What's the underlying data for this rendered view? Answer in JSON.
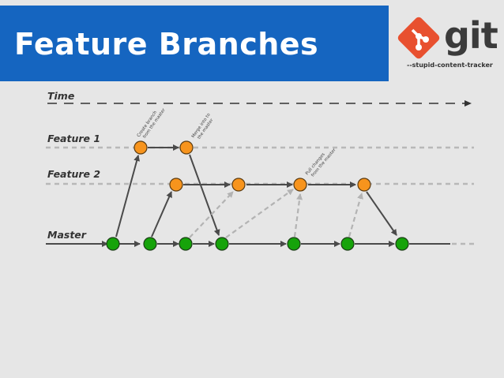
{
  "title": "Feature Branches",
  "logo": {
    "word": "git",
    "tagline": "--stupid-content-tracker",
    "icon": "git-diamond-icon"
  },
  "lanes": {
    "time": "Time",
    "feature1": "Feature 1",
    "feature2": "Feature 2",
    "master": "Master"
  },
  "annotations": {
    "create_line1": "Create branch",
    "create_line2": "from the master",
    "merge_line1": "Merge into to",
    "merge_line2": "the master",
    "pull_line1": "Pull changes",
    "pull_line2": "from the master"
  },
  "colors": {
    "header_bg": "#1565c0",
    "master_node": "#16a30a",
    "feature_node": "#f7941d",
    "arrow": "#4a4a4a",
    "dashed_arrow": "#b3b3b3",
    "git_logo": "#e8502f"
  }
}
